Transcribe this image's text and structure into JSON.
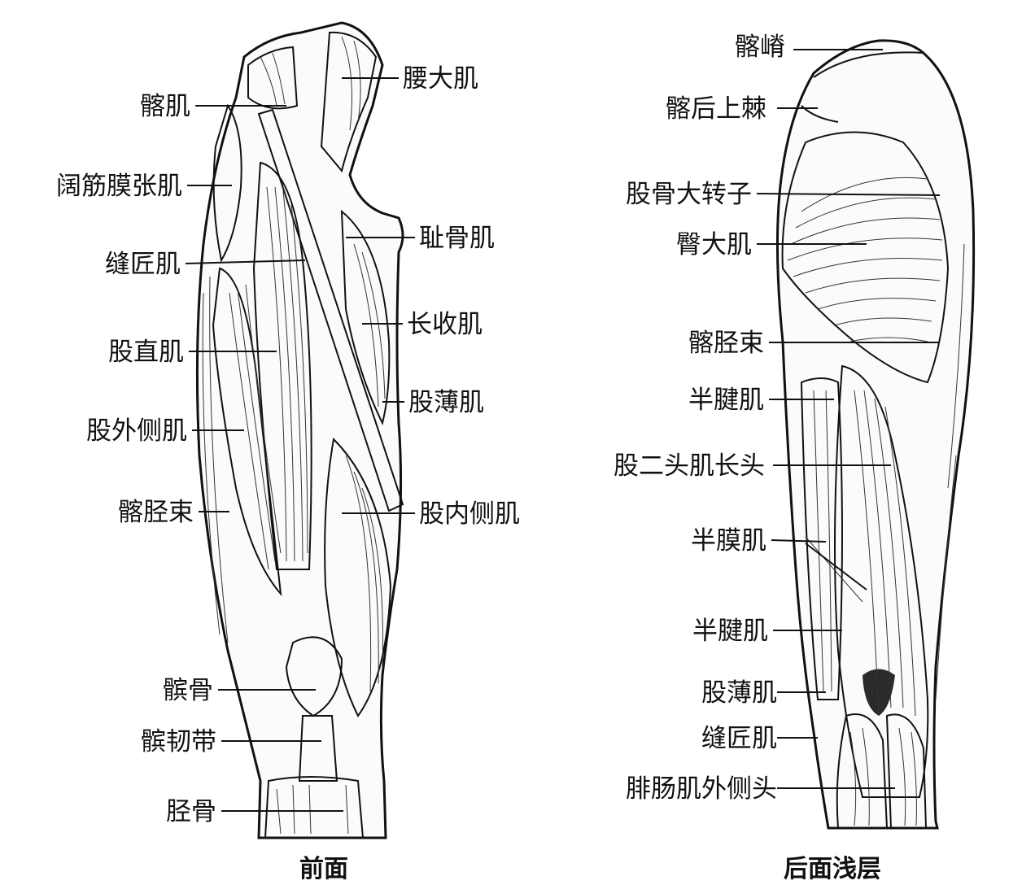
{
  "anterior": {
    "caption": "前面",
    "labels": [
      {
        "id": "iliacus",
        "text": "髂肌"
      },
      {
        "id": "psoas-major",
        "text": "腰大肌"
      },
      {
        "id": "tensor-fasciae-latae",
        "text": "阔筋膜张肌"
      },
      {
        "id": "pectineus",
        "text": "耻骨肌"
      },
      {
        "id": "sartorius",
        "text": "缝匠肌"
      },
      {
        "id": "adductor-longus",
        "text": "长收肌"
      },
      {
        "id": "rectus-femoris",
        "text": "股直肌"
      },
      {
        "id": "gracilis",
        "text": "股薄肌"
      },
      {
        "id": "vastus-lateralis",
        "text": "股外侧肌"
      },
      {
        "id": "iliotibial-tract",
        "text": "髂胫束"
      },
      {
        "id": "vastus-medialis",
        "text": "股内侧肌"
      },
      {
        "id": "patella",
        "text": "髌骨"
      },
      {
        "id": "patellar-ligament",
        "text": "髌韧带"
      },
      {
        "id": "tibia",
        "text": "胫骨"
      }
    ]
  },
  "posterior": {
    "caption": "后面浅层",
    "labels": [
      {
        "id": "iliac-crest",
        "text": "髂嵴"
      },
      {
        "id": "posterior-superior-iliac-spine",
        "text": "髂后上棘"
      },
      {
        "id": "greater-trochanter",
        "text": "股骨大转子"
      },
      {
        "id": "gluteus-maximus",
        "text": "臀大肌"
      },
      {
        "id": "iliotibial-tract",
        "text": "髂胫束"
      },
      {
        "id": "semitendinosus-upper",
        "text": "半腱肌"
      },
      {
        "id": "biceps-femoris-long-head",
        "text": "股二头肌长头"
      },
      {
        "id": "semimembranosus",
        "text": "半膜肌"
      },
      {
        "id": "semitendinosus-lower",
        "text": "半腱肌"
      },
      {
        "id": "gracilis",
        "text": "股薄肌"
      },
      {
        "id": "sartorius",
        "text": "缝匠肌"
      },
      {
        "id": "gastrocnemius-lateral-head",
        "text": "腓肠肌外侧头"
      }
    ]
  }
}
